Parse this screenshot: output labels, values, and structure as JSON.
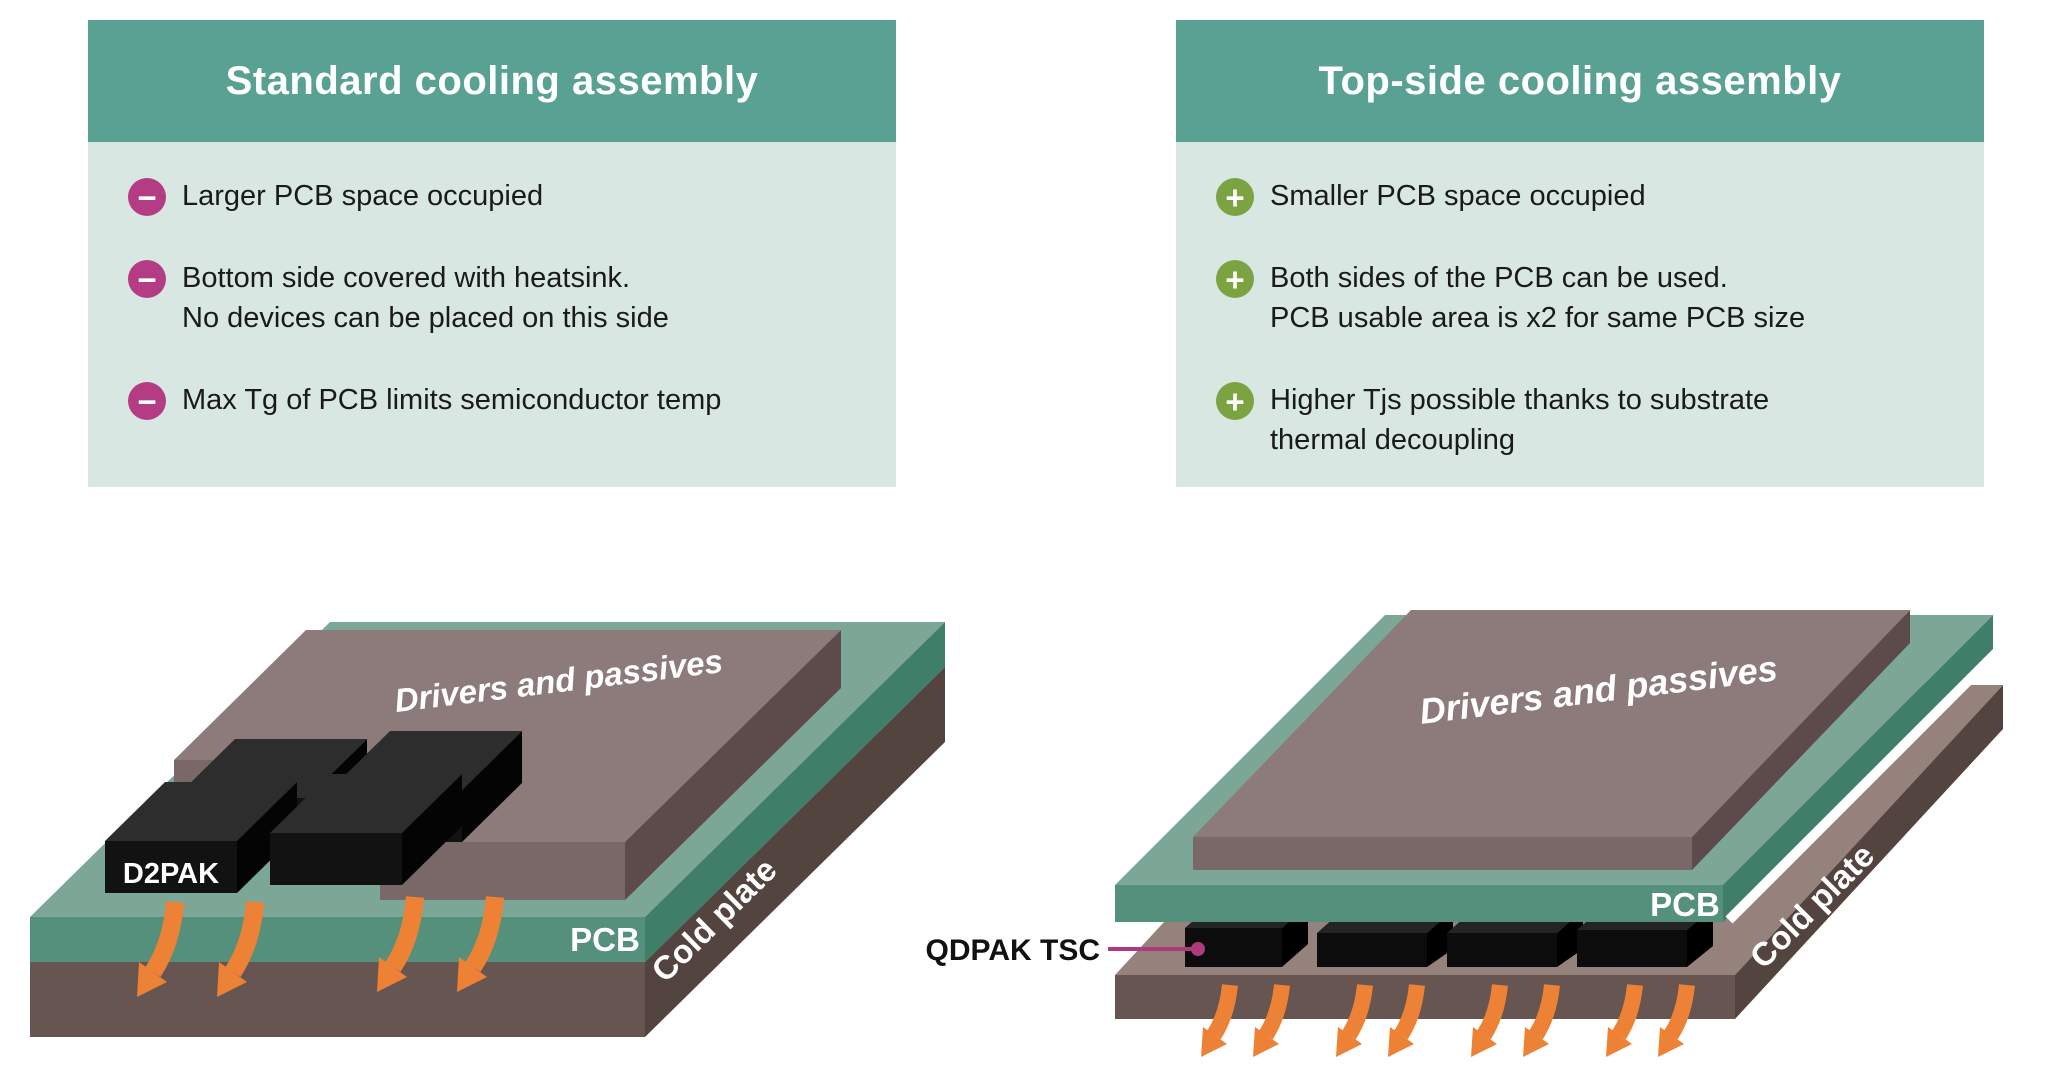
{
  "panels": {
    "left": {
      "title": "Standard cooling assembly",
      "bullets": [
        {
          "line1": "Larger PCB space occupied",
          "line2": ""
        },
        {
          "line1": "Bottom side covered with heatsink.",
          "line2": "No devices can be placed on this side"
        },
        {
          "line1": "Max Tg of PCB limits semiconductor temp",
          "line2": ""
        }
      ]
    },
    "right": {
      "title": "Top-side cooling assembly",
      "bullets": [
        {
          "line1": "Smaller PCB space occupied",
          "line2": ""
        },
        {
          "line1": "Both sides of the PCB can be used.",
          "line2": "PCB usable area is x2 for same PCB size"
        },
        {
          "line1": "Higher Tjs possible thanks to substrate",
          "line2": "thermal decoupling"
        }
      ]
    }
  },
  "icons": {
    "minus_glyph": "−",
    "plus_glyph": "+"
  },
  "diagrams": {
    "left": {
      "drivers_label": "Drivers and passives",
      "package_label": "D2PAK",
      "pcb_label": "PCB",
      "cold_plate_label": "Cold plate"
    },
    "right": {
      "drivers_label": "Drivers and passives",
      "package_label": "QDPAK TSC",
      "pcb_label": "PCB",
      "cold_plate_label": "Cold plate"
    }
  },
  "colors": {
    "header_teal": "#58A193",
    "panel_bg": "#D9E7E2",
    "minus_badge": "#B43C84",
    "plus_badge": "#7CA342",
    "pcb_top_teal": "#7CA695",
    "pcb_front_teal": "#54907C",
    "pcb_side_teal": "#3F7E68",
    "cold_plate_front": "#665550",
    "cold_plate_side": "#544440",
    "cold_plate_top": "#95827C",
    "component_mauve_top": "#8D7B7B",
    "component_mauve_front": "#7A6767",
    "component_mauve_side": "#5D4B4B",
    "package_black": "#0C0C0C",
    "heat_arrow_orange": "#ED8236",
    "callout_magenta": "#AE3A7E"
  }
}
